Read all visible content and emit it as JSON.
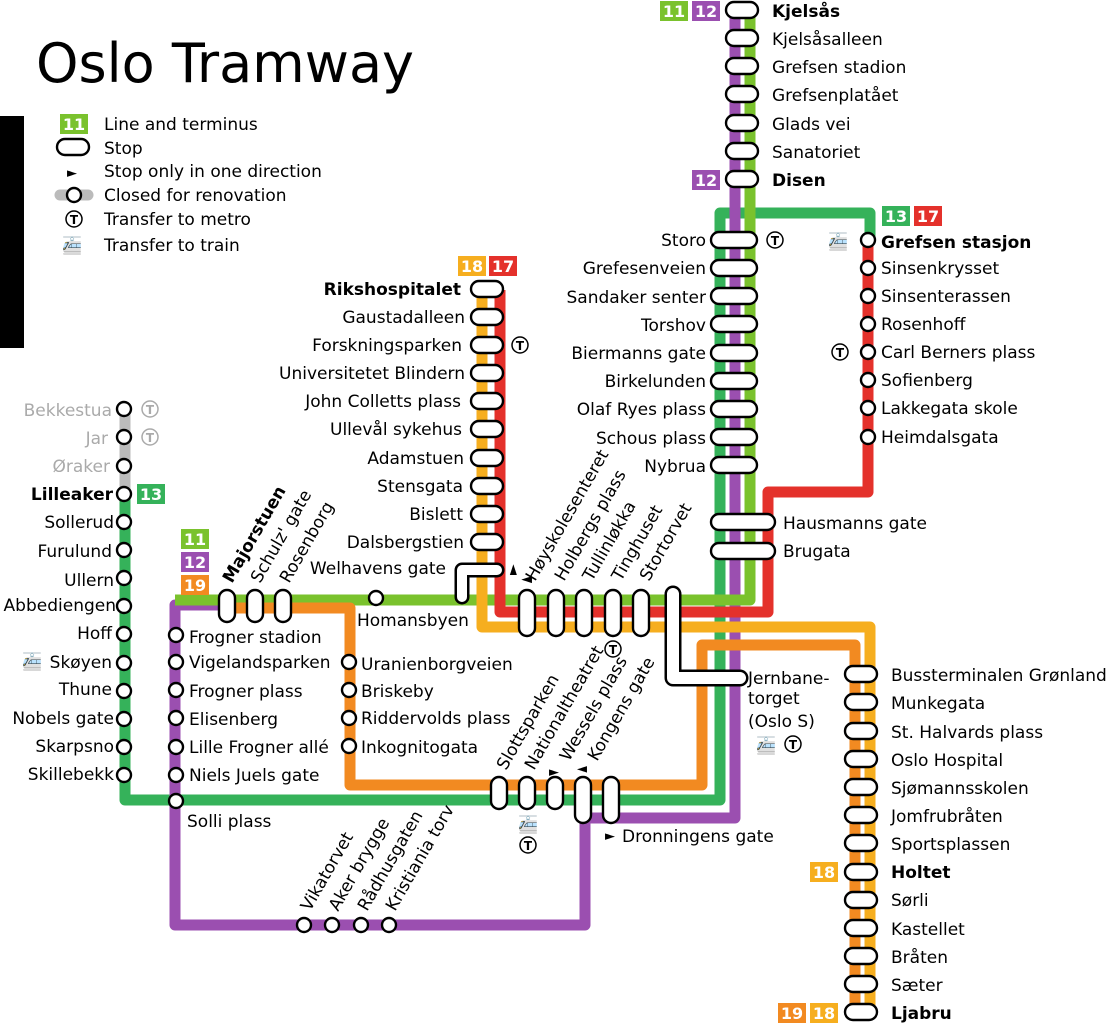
{
  "title": "Oslo Tramway",
  "colors": {
    "l11": "#7ac22d",
    "l12": "#9b4fb0",
    "l13": "#35b25a",
    "l17": "#e4312b",
    "l18": "#f6ae1f",
    "l19": "#f28a21",
    "closed": "#bbbbbb"
  },
  "legend": {
    "line_num": "11",
    "line": "Line and terminus",
    "stop": "Stop",
    "oneway": "Stop only in one direction",
    "closed": "Closed for renovation",
    "metro": "Transfer to metro",
    "train": "Transfer to train"
  },
  "nums": {
    "n11": "11",
    "n12": "12",
    "n13": "13",
    "n17": "17",
    "n18": "18",
    "n19": "19"
  },
  "icons": {
    "metro": "T",
    "train": "🚈",
    "oneway": "►"
  },
  "stops": {
    "kjelsas": "Kjelsås",
    "kjelsasalleen": "Kjelsåsalleen",
    "grefsen_stadion": "Grefsen stadion",
    "grefsenplataet": "Grefsenplatået",
    "glads_vei": "Glads vei",
    "sanatoriet": "Sanatoriet",
    "disen": "Disen",
    "storo": "Storo",
    "grefsenveien": "Grefesenveien",
    "sandaker": "Sandaker senter",
    "torshov": "Torshov",
    "biermanns": "Biermanns gate",
    "birkelunden": "Birkelunden",
    "olaf_ryes": "Olaf Ryes plass",
    "schous": "Schous plass",
    "nybrua": "Nybrua",
    "hausmanns": "Hausmanns gate",
    "brugata": "Brugata",
    "grefsen_stasjon": "Grefsen stasjon",
    "sinsenkrysset": "Sinsenkrysset",
    "sinsenterassen": "Sinsenterassen",
    "rosenhoff": "Rosenhoff",
    "carl_berners": "Carl Berners plass",
    "sofienberg": "Sofienberg",
    "lakkegata": "Lakkegata skole",
    "heimdalsgata": "Heimdalsgata",
    "rikshospitalet": "Rikshospitalet",
    "gaustadalleen": "Gaustadalleen",
    "forskningsparken": "Forskningsparken",
    "blindern": "Universitetet Blindern",
    "john_colletts": "John Colletts plass",
    "ulleval": "Ullevål sykehus",
    "adamstuen": "Adamstuen",
    "stensgata": "Stensgata",
    "bislett": "Bislett",
    "dalsbergstien": "Dalsbergstien",
    "welhavens": "Welhavens gate",
    "hoyskolesenteret": "Høyskolesenteret",
    "holbergs": "Holbergs plass",
    "tullinlokka": "Tullinløkka",
    "tinghuset": "Tinghuset",
    "stortorvet": "Stortorvet",
    "bekkestua": "Bekkestua",
    "jar": "Jar",
    "oraker": "Øraker",
    "lilleaker": "Lilleaker",
    "sollerud": "Sollerud",
    "furulund": "Furulund",
    "ullern": "Ullern",
    "abbediengen": "Abbediengen",
    "hoff": "Hoff",
    "skoyen": "Skøyen",
    "thune": "Thune",
    "nobels": "Nobels gate",
    "skarpsno": "Skarpsno",
    "skillebekk": "Skillebekk",
    "majorstuen": "Majorstuen",
    "schulz": "Schulz' gate",
    "rosenborg": "Rosenborg",
    "homansbyen": "Homansbyen",
    "frogner_stadion": "Frogner stadion",
    "vigelandsparken": "Vigelandsparken",
    "frogner_plass": "Frogner plass",
    "elisenberg": "Elisenberg",
    "lille_frogner": "Lille Frogner allé",
    "niels_juels": "Niels Juels gate",
    "solli": "Solli plass",
    "uranienborgveien": "Uranienborgveien",
    "briskeby": "Briskeby",
    "riddervolds": "Riddervolds plass",
    "inkognitogata": "Inkognitogata",
    "slottsparken": "Slottsparken",
    "nationaltheatret": "Nationaltheatret",
    "wessels": "Wessels plass",
    "kongens": "Kongens gate",
    "dronningens": "Dronningens gate",
    "jernbanetorget_1": "Jernbane-",
    "jernbanetorget_2": "torget",
    "jernbanetorget_3": "(Oslo S)",
    "vikatorvet": "Vikatorvet",
    "aker_brygge": "Aker brygge",
    "rahusgaten": "Rådhusgaten",
    "kristiania_torv": "Kristiania torv",
    "bussterminalen": "Bussterminalen Grønland",
    "munkegata": "Munkegata",
    "st_halvards": "St. Halvards plass",
    "oslo_hospital": "Oslo Hospital",
    "sjomannsskolen": "Sjømannsskolen",
    "jomfrubraten": "Jomfrubråten",
    "sportsplassen": "Sportsplassen",
    "holtet": "Holtet",
    "sorli": "Sørli",
    "kastellet": "Kastellet",
    "braten": "Bråten",
    "saeter": "Sæter",
    "ljabru": "Ljabru"
  }
}
